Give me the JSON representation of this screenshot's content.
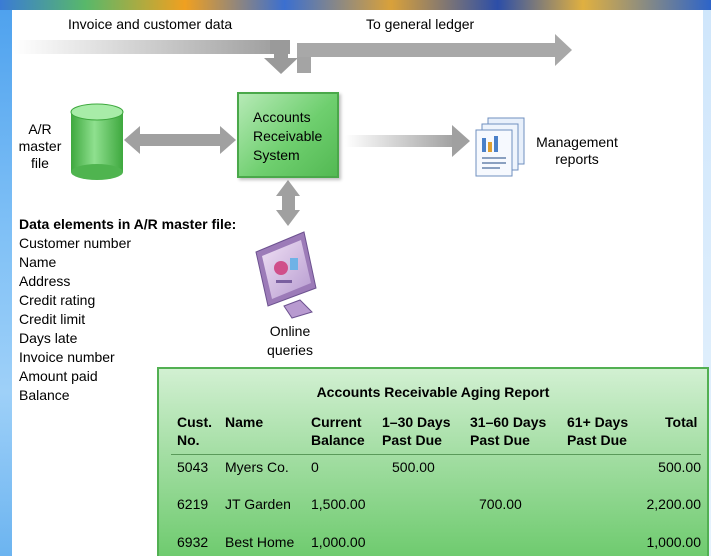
{
  "labels": {
    "invoice_data": "Invoice and customer data",
    "general_ledger": "To general ledger",
    "ar_master_line1": "A/R",
    "ar_master_line2": "master",
    "ar_master_line3": "file",
    "system_line1": "Accounts",
    "system_line2": "Receivable",
    "system_line3": "System",
    "mgmt_line1": "Management",
    "mgmt_line2": "reports",
    "online_line1": "Online",
    "online_line2": "queries"
  },
  "data_elements": {
    "title": "Data elements in A/R master file:",
    "items": [
      "Customer number",
      "Name",
      "Address",
      "Credit rating",
      "Credit limit",
      "Days late",
      "Invoice number",
      "Amount paid",
      "Balance"
    ]
  },
  "report": {
    "title": "Accounts Receivable Aging Report",
    "headers": {
      "cust_1": "Cust.",
      "cust_2": "No.",
      "name": "Name",
      "current_1": "Current",
      "current_2": "Balance",
      "d1_1": "1–30 Days",
      "d1_2": "Past Due",
      "d2_1": "31–60 Days",
      "d2_2": "Past Due",
      "d3_1": "61+ Days",
      "d3_2": "Past Due",
      "total": "Total"
    },
    "rows": [
      {
        "cust": "5043",
        "name": "Myers Co.",
        "current": "0",
        "d1": "500.00",
        "d2": "",
        "d3": "",
        "total": "500.00"
      },
      {
        "cust": "6219",
        "name": "JT Garden",
        "current": "1,500.00",
        "d1": "",
        "d2": "700.00",
        "d3": "",
        "total": "2,200.00"
      },
      {
        "cust": "6932",
        "name": "Best Home",
        "current": "1,000.00",
        "d1": "",
        "d2": "",
        "d3": "",
        "total": "1,000.00"
      }
    ]
  },
  "colors": {
    "arrow": "#a9a9a9",
    "box_green": "#6fcf6f",
    "cylinder_green": "#5cc25c"
  }
}
